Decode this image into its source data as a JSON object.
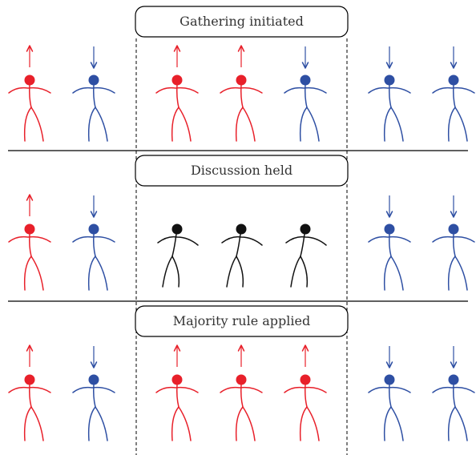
{
  "colors": {
    "up": "#e8202a",
    "down": "#2e4fa3",
    "undecided": "#111111"
  },
  "stages": [
    {
      "label": "Gathering initiated",
      "people": [
        "up",
        "down",
        "up",
        "up",
        "down",
        "down",
        "down"
      ]
    },
    {
      "label": "Discussion held",
      "people": [
        "up",
        "down",
        "undecided",
        "undecided",
        "undecided",
        "down",
        "down"
      ]
    },
    {
      "label": "Majority rule applied",
      "people": [
        "up",
        "down",
        "up",
        "up",
        "up",
        "down",
        "down"
      ]
    }
  ]
}
